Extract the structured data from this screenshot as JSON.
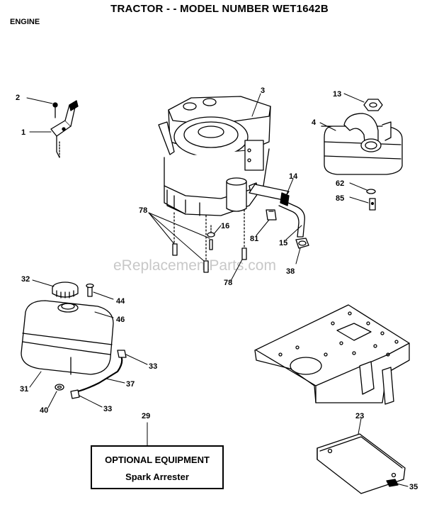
{
  "header": {
    "title": "TRACTOR - - MODEL NUMBER WET1642B",
    "section": "ENGINE"
  },
  "watermark": "eReplacementParts.com",
  "optional_box": {
    "title": "OPTIONAL EQUIPMENT",
    "subtitle": "Spark Arrester"
  },
  "callouts": [
    {
      "id": "c2",
      "label": "2"
    },
    {
      "id": "c1",
      "label": "1"
    },
    {
      "id": "c3",
      "label": "3"
    },
    {
      "id": "c13",
      "label": "13"
    },
    {
      "id": "c4",
      "label": "4"
    },
    {
      "id": "c14",
      "label": "14"
    },
    {
      "id": "c62",
      "label": "62"
    },
    {
      "id": "c85",
      "label": "85"
    },
    {
      "id": "c78a",
      "label": "78"
    },
    {
      "id": "c16",
      "label": "16"
    },
    {
      "id": "c81",
      "label": "81"
    },
    {
      "id": "c15",
      "label": "15"
    },
    {
      "id": "c38",
      "label": "38"
    },
    {
      "id": "c78b",
      "label": "78"
    },
    {
      "id": "c32",
      "label": "32"
    },
    {
      "id": "c44",
      "label": "44"
    },
    {
      "id": "c46",
      "label": "46"
    },
    {
      "id": "c33a",
      "label": "33"
    },
    {
      "id": "c31",
      "label": "31"
    },
    {
      "id": "c37",
      "label": "37"
    },
    {
      "id": "c40",
      "label": "40"
    },
    {
      "id": "c33b",
      "label": "33"
    },
    {
      "id": "c29",
      "label": "29"
    },
    {
      "id": "c23",
      "label": "23"
    },
    {
      "id": "c35",
      "label": "35"
    }
  ]
}
